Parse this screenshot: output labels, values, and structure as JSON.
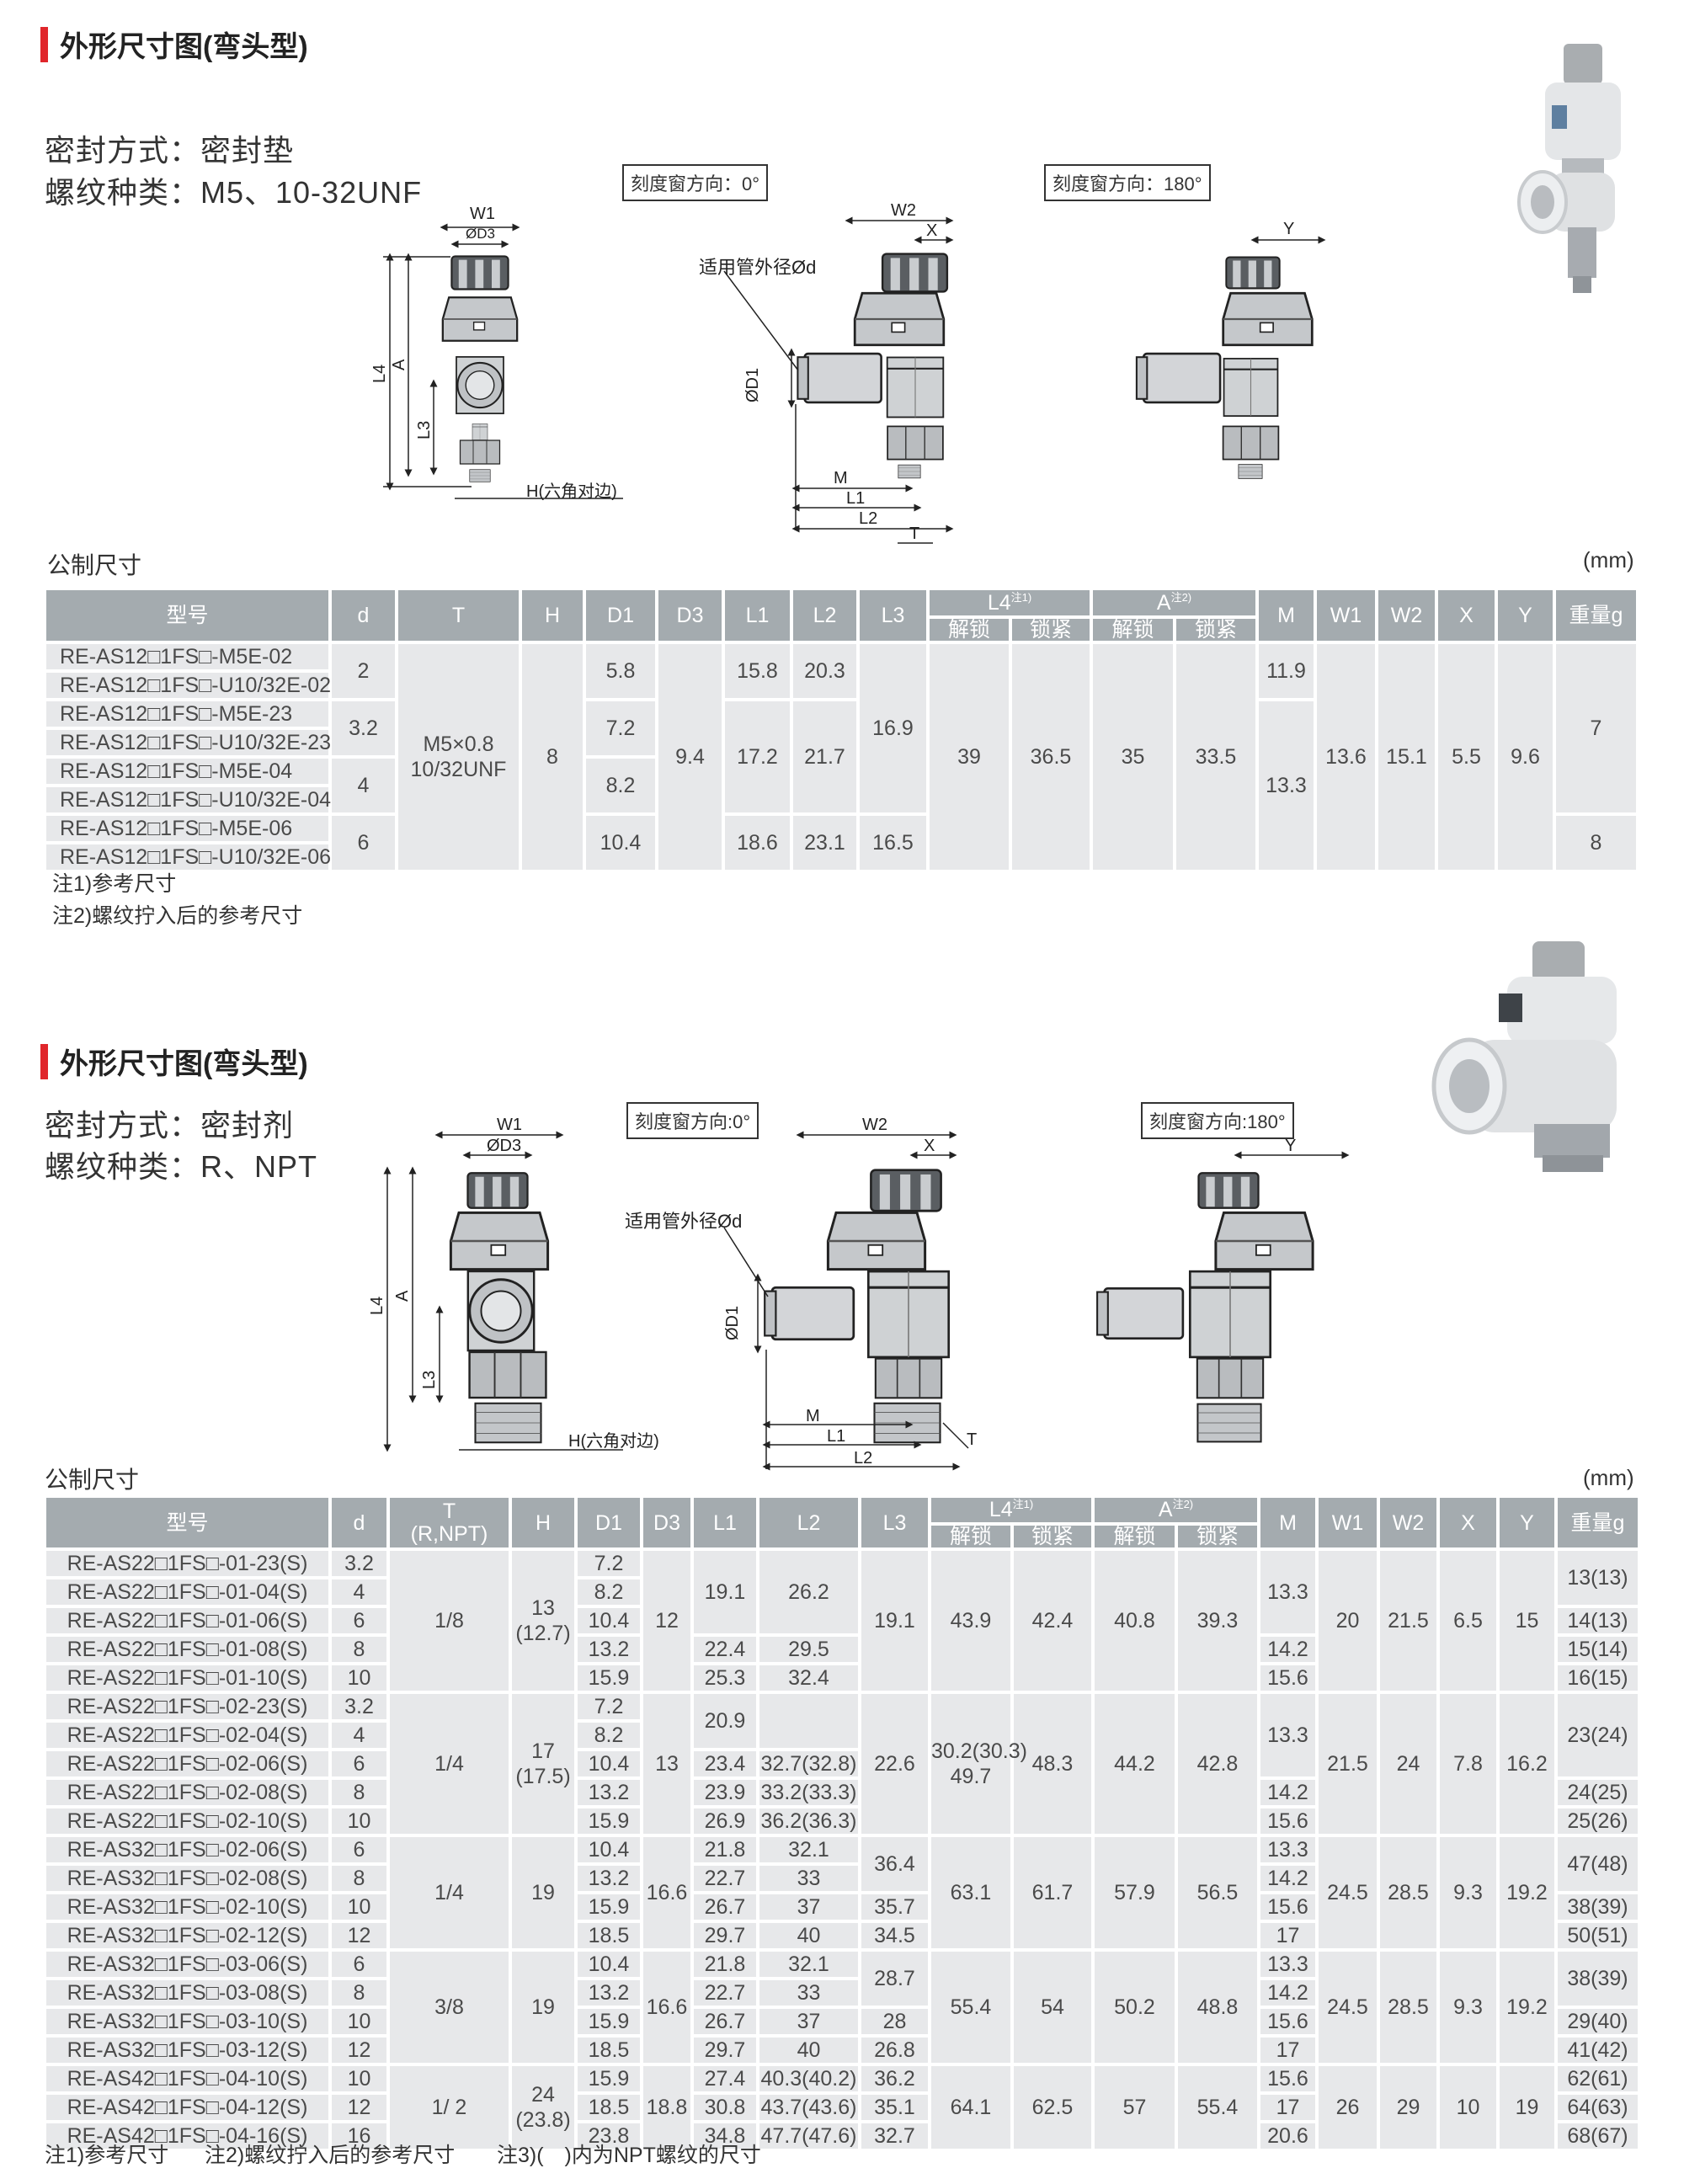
{
  "sections": [
    {
      "title": "外形尺寸图(弯头型)",
      "seal": "密封方式：密封垫",
      "thread": "螺纹种类：M5、10-32UNF",
      "view_0": "刻度窗方向：0°",
      "view_180": "刻度窗方向：180°",
      "labels": {
        "W1": "W1",
        "D3": "ØD3",
        "L4": "L4",
        "A": "A",
        "L3": "L3",
        "H": "H(六角对边)",
        "W2": "W2",
        "X": "X",
        "d": "适用管外径Ød",
        "D1": "ØD1",
        "M": "M",
        "L1": "L1",
        "L2": "L2",
        "T": "T",
        "Y": "Y"
      },
      "metric": "公制尺寸",
      "unit": "(mm)",
      "header": {
        "model": "型号",
        "d": "d",
        "T": "T",
        "H": "H",
        "D1": "D1",
        "D3": "D3",
        "L1": "L1",
        "L2": "L2",
        "L3": "L3",
        "L4": "L4",
        "L4_note": "注1)",
        "A": "A",
        "A_note": "注2)",
        "unlock": "解锁",
        "lock": "锁紧",
        "M": "M",
        "W1": "W1",
        "W2": "W2",
        "X": "X",
        "Y": "Y",
        "weight": "重量g"
      },
      "rows": [
        [
          "RE-AS12□1FS□-M5E-02",
          {
            "v": "2",
            "rs": 2
          },
          {
            "v": "M5×0.8\n10/32UNF",
            "rs": 8
          },
          {
            "v": "8",
            "rs": 8
          },
          {
            "v": "5.8",
            "rs": 2
          },
          {
            "v": "9.4",
            "rs": 8
          },
          {
            "v": "15.8",
            "rs": 2
          },
          {
            "v": "20.3",
            "rs": 2
          },
          {
            "v": "16.9",
            "rs": 6
          },
          {
            "v": "39",
            "rs": 8
          },
          {
            "v": "36.5",
            "rs": 8
          },
          {
            "v": "35",
            "rs": 8
          },
          {
            "v": "33.5",
            "rs": 8
          },
          {
            "v": "11.9",
            "rs": 2
          },
          {
            "v": "13.6",
            "rs": 8
          },
          {
            "v": "15.1",
            "rs": 8
          },
          {
            "v": "5.5",
            "rs": 8
          },
          {
            "v": "9.6",
            "rs": 8
          },
          {
            "v": "7",
            "rs": 6
          }
        ],
        [
          "RE-AS12□1FS□-U10/32E-02"
        ],
        [
          "RE-AS12□1FS□-M5E-23",
          {
            "v": "3.2",
            "rs": 2
          },
          {
            "v": "7.2",
            "rs": 2
          },
          {
            "v": "17.2",
            "rs": 4
          },
          {
            "v": "21.7",
            "rs": 4
          },
          {
            "v": "13.3",
            "rs": 6
          }
        ],
        [
          "RE-AS12□1FS□-U10/32E-23"
        ],
        [
          "RE-AS12□1FS□-M5E-04",
          {
            "v": "4",
            "rs": 2
          },
          {
            "v": "8.2",
            "rs": 2
          }
        ],
        [
          "RE-AS12□1FS□-U10/32E-04"
        ],
        [
          "RE-AS12□1FS□-M5E-06",
          {
            "v": "6",
            "rs": 2
          },
          {
            "v": "10.4",
            "rs": 2
          },
          {
            "v": "18.6",
            "rs": 2
          },
          {
            "v": "23.1",
            "rs": 2
          },
          {
            "v": "16.5",
            "rs": 2
          },
          {
            "v": "8",
            "rs": 2
          }
        ],
        [
          "RE-AS12□1FS□-U10/32E-06"
        ]
      ],
      "notes": [
        "注1)参考尺寸",
        "注2)螺纹拧入后的参考尺寸"
      ]
    },
    {
      "title": "外形尺寸图(弯头型)",
      "seal": "密封方式：密封剂",
      "thread": "螺纹种类：R、NPT",
      "view_0": "刻度窗方向:0°",
      "view_180": "刻度窗方向:180°",
      "labels": {
        "W1": "W1",
        "D3": "ØD3",
        "L4": "L4",
        "A": "A",
        "L3": "L3",
        "H": "H(六角对边)",
        "W2": "W2",
        "X": "X",
        "d": "适用管外径Ød",
        "D1": "ØD1",
        "M": "M",
        "L1": "L1",
        "L2": "L2",
        "T": "T",
        "Y": "Y"
      },
      "metric": "公制尺寸",
      "unit": "(mm)",
      "header": {
        "model": "型号",
        "d": "d",
        "T": "T",
        "T_sub": "(R,NPT)",
        "H": "H",
        "D1": "D1",
        "D3": "D3",
        "L1": "L1",
        "L2": "L2",
        "L3": "L3",
        "L4": "L4",
        "L4_note": "注1)",
        "A": "A",
        "A_note": "注2)",
        "unlock": "解锁",
        "lock": "锁紧",
        "M": "M",
        "W1": "W1",
        "W2": "W2",
        "X": "X",
        "Y": "Y",
        "weight": "重量g"
      },
      "rows": [
        [
          "RE-AS22□1FS□-01-23(S)",
          "3.2",
          {
            "v": "1/8",
            "rs": 5
          },
          {
            "v": "13\n(12.7)",
            "rs": 5
          },
          "7.2",
          {
            "v": "12",
            "rs": 5
          },
          {
            "v": "19.1",
            "rs": 3
          },
          {
            "v": "26.2",
            "rs": 3
          },
          {
            "v": "19.1",
            "rs": 5
          },
          {
            "v": "43.9",
            "rs": 5
          },
          {
            "v": "42.4",
            "rs": 5
          },
          {
            "v": "40.8",
            "rs": 5
          },
          {
            "v": "39.3",
            "rs": 5
          },
          {
            "v": "13.3",
            "rs": 3
          },
          {
            "v": "20",
            "rs": 5
          },
          {
            "v": "21.5",
            "rs": 5
          },
          {
            "v": "6.5",
            "rs": 5
          },
          {
            "v": "15",
            "rs": 5
          },
          {
            "v": "13(13)",
            "rs": 2
          }
        ],
        [
          "RE-AS22□1FS□-01-04(S)",
          "4",
          "8.2"
        ],
        [
          "RE-AS22□1FS□-01-06(S)",
          "6",
          "10.4",
          "14(13)"
        ],
        [
          "RE-AS22□1FS□-01-08(S)",
          "8",
          "13.2",
          "22.4",
          "29.5",
          "14.2",
          "15(14)"
        ],
        [
          "RE-AS22□1FS□-01-10(S)",
          "10",
          "15.9",
          "25.3",
          "32.4",
          "15.6",
          "16(15)"
        ],
        [
          "RE-AS22□1FS□-02-23(S)",
          "3.2",
          {
            "v": "1/4",
            "rs": 5
          },
          {
            "v": "17\n(17.5)",
            "rs": 5
          },
          "7.2",
          {
            "v": "13",
            "rs": 5
          },
          {
            "v": "20.9",
            "rs": 2
          },
          {
            "v": "",
            "rs": 2
          },
          {
            "v": "22.6",
            "rs": 5
          },
          {
            "v": "30.2(30.3)\n49.7",
            "rs": 5
          },
          {
            "v": "48.3",
            "rs": 5
          },
          {
            "v": "44.2",
            "rs": 5
          },
          {
            "v": "42.8",
            "rs": 5
          },
          {
            "v": "13.3",
            "rs": 3
          },
          {
            "v": "21.5",
            "rs": 5
          },
          {
            "v": "24",
            "rs": 5
          },
          {
            "v": "7.8",
            "rs": 5
          },
          {
            "v": "16.2",
            "rs": 5
          },
          {
            "v": "23(24)",
            "rs": 3
          }
        ],
        [
          "RE-AS22□1FS□-02-04(S)",
          "4",
          "8.2"
        ],
        [
          "RE-AS22□1FS□-02-06(S)",
          "6",
          "10.4",
          "23.4",
          "32.7(32.8)"
        ],
        [
          "RE-AS22□1FS□-02-08(S)",
          "8",
          "13.2",
          "23.9",
          "33.2(33.3)",
          "14.2",
          "24(25)"
        ],
        [
          "RE-AS22□1FS□-02-10(S)",
          "10",
          "15.9",
          "26.9",
          "36.2(36.3)",
          "15.6",
          "25(26)"
        ],
        [
          "RE-AS32□1FS□-02-06(S)",
          "6",
          {
            "v": "1/4",
            "rs": 4
          },
          {
            "v": "19",
            "rs": 4
          },
          "10.4",
          {
            "v": "16.6",
            "rs": 4
          },
          "21.8",
          "32.1",
          {
            "v": "36.4",
            "rs": 2
          },
          {
            "v": "63.1",
            "rs": 4
          },
          {
            "v": "61.7",
            "rs": 4
          },
          {
            "v": "57.9",
            "rs": 4
          },
          {
            "v": "56.5",
            "rs": 4
          },
          "13.3",
          {
            "v": "24.5",
            "rs": 4
          },
          {
            "v": "28.5",
            "rs": 4
          },
          {
            "v": "9.3",
            "rs": 4
          },
          {
            "v": "19.2",
            "rs": 4
          },
          {
            "v": "47(48)",
            "rs": 2
          }
        ],
        [
          "RE-AS32□1FS□-02-08(S)",
          "8",
          "13.2",
          "22.7",
          "33",
          "14.2"
        ],
        [
          "RE-AS32□1FS□-02-10(S)",
          "10",
          "15.9",
          "26.7",
          "37",
          "35.7",
          "15.6",
          "38(39)"
        ],
        [
          "RE-AS32□1FS□-02-12(S)",
          "12",
          "18.5",
          "29.7",
          "40",
          "34.5",
          "17",
          "50(51)"
        ],
        [
          "RE-AS32□1FS□-03-06(S)",
          "6",
          {
            "v": "3/8",
            "rs": 4
          },
          {
            "v": "19",
            "rs": 4
          },
          "10.4",
          {
            "v": "16.6",
            "rs": 4
          },
          "21.8",
          "32.1",
          {
            "v": "28.7",
            "rs": 2
          },
          {
            "v": "55.4",
            "rs": 4
          },
          {
            "v": "54",
            "rs": 4
          },
          {
            "v": "50.2",
            "rs": 4
          },
          {
            "v": "48.8",
            "rs": 4
          },
          "13.3",
          {
            "v": "24.5",
            "rs": 4
          },
          {
            "v": "28.5",
            "rs": 4
          },
          {
            "v": "9.3",
            "rs": 4
          },
          {
            "v": "19.2",
            "rs": 4
          },
          {
            "v": "38(39)",
            "rs": 2
          }
        ],
        [
          "RE-AS32□1FS□-03-08(S)",
          "8",
          "13.2",
          "22.7",
          "33",
          "14.2"
        ],
        [
          "RE-AS32□1FS□-03-10(S)",
          "10",
          "15.9",
          "26.7",
          "37",
          "28",
          "15.6",
          "29(40)"
        ],
        [
          "RE-AS32□1FS□-03-12(S)",
          "12",
          "18.5",
          "29.7",
          "40",
          "26.8",
          "17",
          "41(42)"
        ],
        [
          "RE-AS42□1FS□-04-10(S)",
          "10",
          {
            "v": "1/ 2",
            "rs": 3
          },
          {
            "v": "24\n(23.8)",
            "rs": 3
          },
          "15.9",
          {
            "v": "18.8",
            "rs": 3
          },
          "27.4",
          "40.3(40.2)",
          "36.2",
          {
            "v": "64.1",
            "rs": 3
          },
          {
            "v": "62.5",
            "rs": 3
          },
          {
            "v": "57",
            "rs": 3
          },
          {
            "v": "55.4",
            "rs": 3
          },
          "15.6",
          {
            "v": "26",
            "rs": 3
          },
          {
            "v": "29",
            "rs": 3
          },
          {
            "v": "10",
            "rs": 3
          },
          {
            "v": "19",
            "rs": 3
          },
          "62(61)"
        ],
        [
          "RE-AS42□1FS□-04-12(S)",
          "12",
          "18.5",
          "30.8",
          "43.7(43.6)",
          "35.1",
          "17",
          "64(63)"
        ],
        [
          "RE-AS42□1FS□-04-16(S)",
          "16",
          "23.8",
          "34.8",
          "47.7(47.6)",
          "32.7",
          "20.6",
          "68(67)"
        ]
      ],
      "notes": [
        "注1)参考尺寸",
        "注2)螺纹拧入后的参考尺寸",
        "注3)(　)内为NPT螺纹的尺寸"
      ]
    }
  ],
  "colors": {
    "accent": "#e0262b",
    "header_bg": "#a4abaf",
    "cell_bg": "#e7e8ea"
  }
}
